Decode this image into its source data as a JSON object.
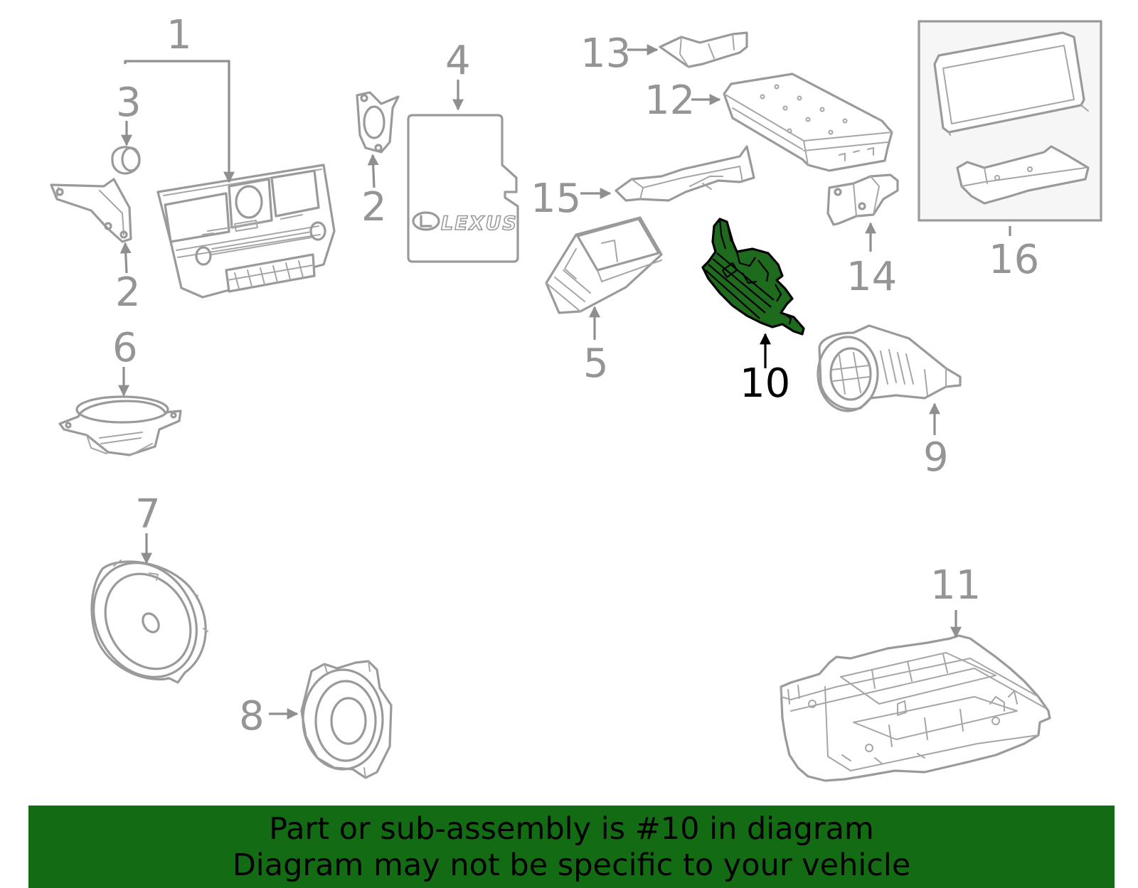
{
  "callouts": {
    "c1": "1",
    "c2a": "2",
    "c2b": "2",
    "c3": "3",
    "c4": "4",
    "c5": "5",
    "c6": "6",
    "c7": "7",
    "c8": "8",
    "c9": "9",
    "c10": "10",
    "c11": "11",
    "c12": "12",
    "c13": "13",
    "c14": "14",
    "c15": "15",
    "c16": "16"
  },
  "logo_text": "LEXUS",
  "highlighted_part": "10",
  "colors": {
    "banner": "#136C13",
    "highlight": "#1E6B1E",
    "line": "#9A9A9A",
    "callout_text": "#959595",
    "active_text": "#000000"
  },
  "banner": {
    "line1": "Part or sub-assembly is #10 in diagram",
    "line2": "Diagram may not be specific to your vehicle"
  }
}
